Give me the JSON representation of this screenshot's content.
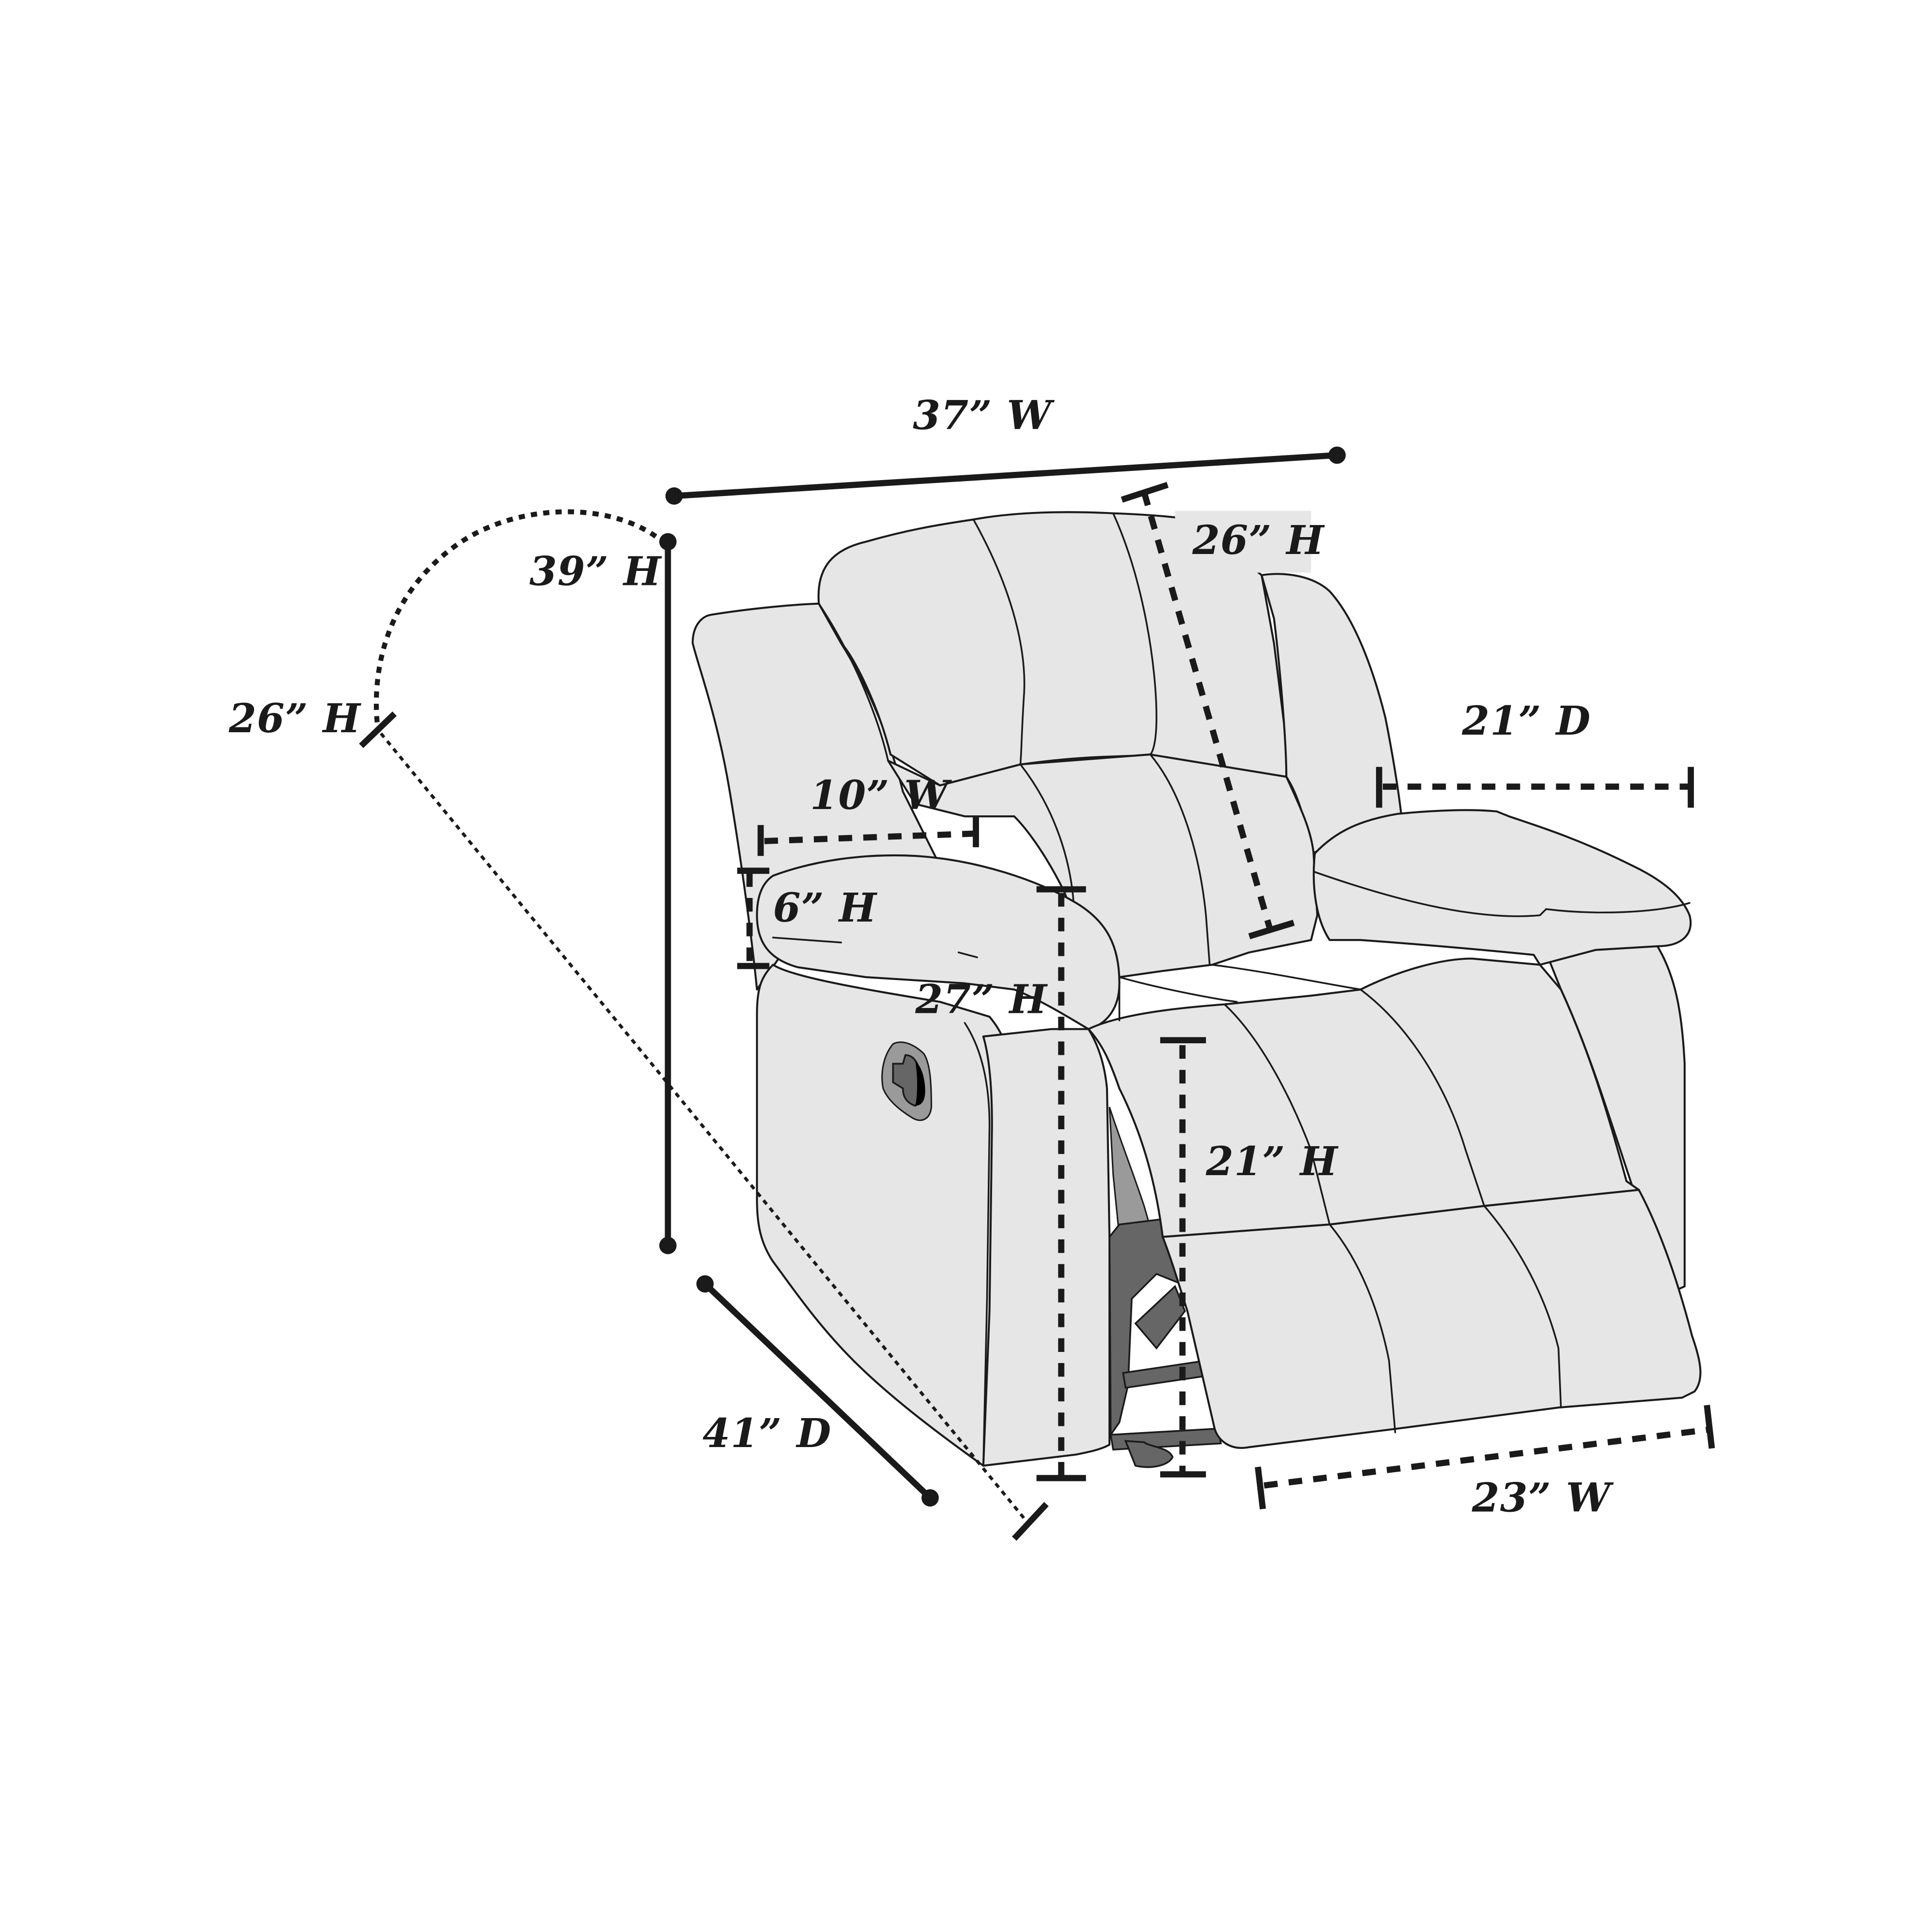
{
  "diagram": {
    "subject": "Recliner chair dimension diagram",
    "colors": {
      "upholstery_fill": "#e6e6e6",
      "line": "#1a1a1a",
      "mechanism_dark": "#666666",
      "mechanism_light": "#9a9a9a",
      "background": "#ffffff"
    },
    "dimensions": {
      "overall_width": "37” W",
      "overall_height": "39” H",
      "overall_depth_upright": "41” D",
      "recline_height": "26” H",
      "back_height": "26” H",
      "arm_depth": "21” D",
      "arm_width": "10” W",
      "arm_height_pad": "6” H",
      "arm_height_floor": "27” H",
      "seat_height": "21” H",
      "seat_width": "23” W"
    }
  }
}
